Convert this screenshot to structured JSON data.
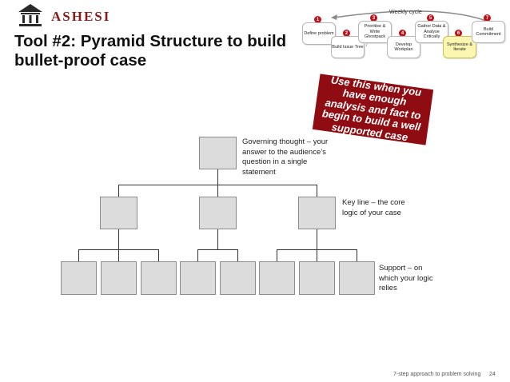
{
  "logo": {
    "text": "ASHESI"
  },
  "title": "Tool #2: Pyramid Structure to build bullet-proof case",
  "process": {
    "cycle_label": "Weekly cycle",
    "steps": [
      {
        "num": "1",
        "label": "Define problem"
      },
      {
        "num": "2",
        "label": "Build Issue Tree"
      },
      {
        "num": "3",
        "label": "Prioritise & Write Ghostpack"
      },
      {
        "num": "4",
        "label": "Develop Workplan"
      },
      {
        "num": "5",
        "label": "Gather Data & Analyse Critically"
      },
      {
        "num": "6",
        "label": "Synthesize & Iterate"
      },
      {
        "num": "7",
        "label": "Build Commitment"
      }
    ],
    "highlight_color": "#fbf6b0",
    "number_color": "#c0111b"
  },
  "callout": {
    "text": "Use this when you have enough analysis and fact to begin to build a well supported case",
    "color": "#8f0d12"
  },
  "pyramid": {
    "governing_note": "Governing thought – your answer to the audience’s question in a single statement",
    "keyline_note": "Key line – the core logic of your case",
    "support_note": "Support – on which your logic relies"
  },
  "footer": {
    "text": "7-step approach to problem solving",
    "page": "24"
  }
}
